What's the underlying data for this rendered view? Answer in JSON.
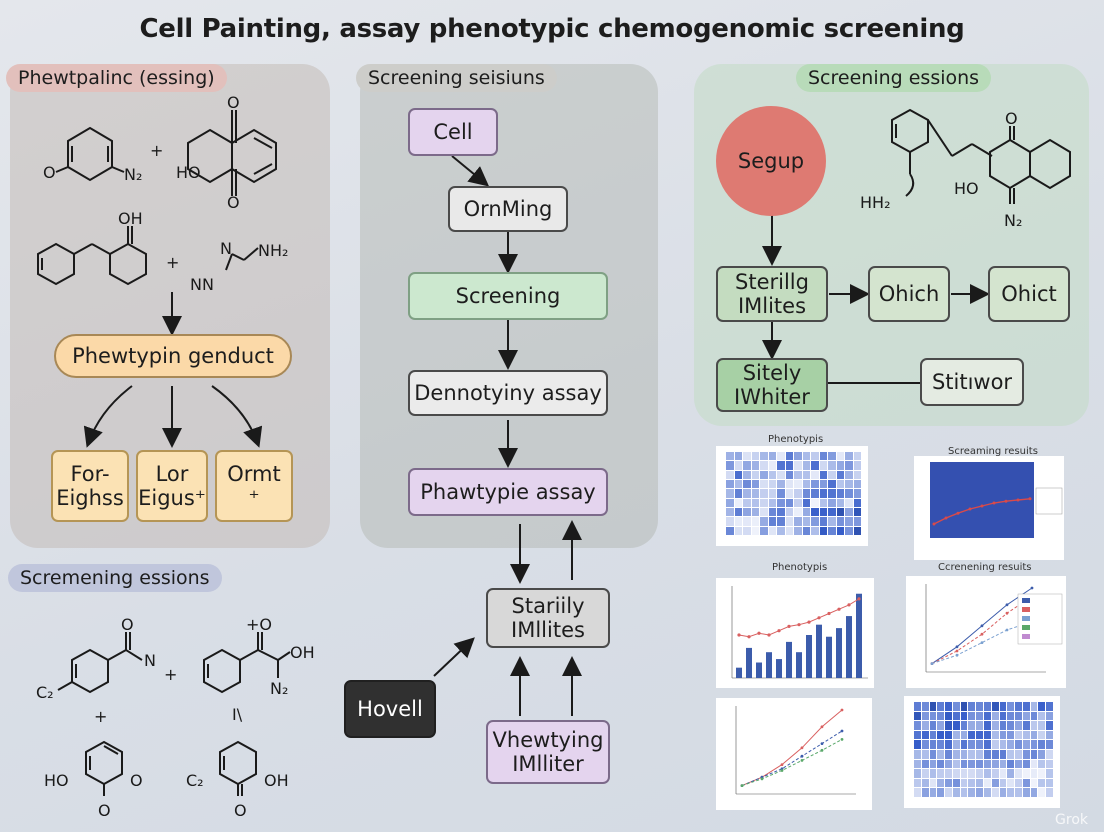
{
  "title": "Cell Painting, assay phenotypic chemogenomic screening",
  "panels": {
    "left_top": {
      "title": "Phewtpalinc (essing)"
    },
    "middle": {
      "title": "Screening seisiuns"
    },
    "right": {
      "title": "Screening essions"
    },
    "left_bottom": {
      "title": "Scremening essions"
    }
  },
  "left": {
    "product": "Phewtypin genduct",
    "outputs": [
      {
        "line1": "For-",
        "line2": "Eighss"
      },
      {
        "line1": "Lor",
        "line2": "Eigus⁺"
      },
      {
        "line1": "Ormt",
        "line2": "⁺"
      }
    ]
  },
  "middle": {
    "cell": "Cell",
    "ornming": "OrnMing",
    "screening": "Screening",
    "dennotyiny": "Dennotyiny assay",
    "phawtypie": "Phawtypie  assay",
    "stariily_1": "Stariily",
    "stariily_2": "IMllites",
    "hovell": "Hovell",
    "vhewtying_1": "Vhewtying",
    "vhewtying_2": "IMlliter"
  },
  "right": {
    "segup": "Segup",
    "sterilly_1": "Sterillg",
    "sterilly_2": "IMlites",
    "ohich1": "Ohich",
    "ohich2": "Ohict",
    "sitely_1": "Sitely",
    "sitely_2": "IWhiter",
    "stitwor": "Stitıwor"
  },
  "chem_labels": {
    "o": "O",
    "n2": "N₂",
    "plus": "+",
    "ho": "HO",
    "oh": "OH",
    "nh2": "NH₂",
    "nn": "NN",
    "n_": "N",
    "hh2": "HH₂",
    "c2": "C₂",
    "plus_o": "+O",
    "pipe": "I\\"
  },
  "charts": {
    "c1_title": "Phenotypis",
    "c2_title": "Screaming resuits",
    "c3_title": "Phenotypis",
    "c3_sub": "Phenotyp",
    "c4_title": "Ccrenening resuits",
    "watermark": "Grok"
  },
  "chart_data": [
    {
      "type": "heatmap",
      "title": "Phenotypis"
    },
    {
      "type": "line",
      "title": "Screaming resuits",
      "series": [
        {
          "values": [
            0.2,
            0.3,
            0.38,
            0.45,
            0.5,
            0.55,
            0.58,
            0.6,
            0.62
          ]
        }
      ]
    },
    {
      "type": "bar",
      "title": "Phenotypis",
      "values": [
        0.12,
        0.35,
        0.18,
        0.3,
        0.22,
        0.42,
        0.3,
        0.5,
        0.62,
        0.48,
        0.58,
        0.72,
        0.98
      ],
      "series": [
        {
          "values": [
            0.5,
            0.48,
            0.52,
            0.5,
            0.55,
            0.6,
            0.62,
            0.65,
            0.7,
            0.75,
            0.8,
            0.85,
            0.92
          ]
        }
      ]
    },
    {
      "type": "line",
      "title": "Ccrenening resuits",
      "series": [
        {
          "values": [
            0.1,
            0.3,
            0.55,
            0.8,
            1.0
          ]
        },
        {
          "values": [
            0.1,
            0.25,
            0.45,
            0.7,
            0.9
          ]
        },
        {
          "values": [
            0.1,
            0.2,
            0.35,
            0.5,
            0.6
          ]
        }
      ]
    },
    {
      "type": "line",
      "series": [
        {
          "values": [
            0.1,
            0.2,
            0.35,
            0.55,
            0.8,
            1.0
          ]
        },
        {
          "values": [
            0.1,
            0.2,
            0.3,
            0.45,
            0.6,
            0.75
          ]
        },
        {
          "values": [
            0.1,
            0.18,
            0.28,
            0.4,
            0.52,
            0.65
          ]
        }
      ]
    },
    {
      "type": "heatmap"
    }
  ]
}
